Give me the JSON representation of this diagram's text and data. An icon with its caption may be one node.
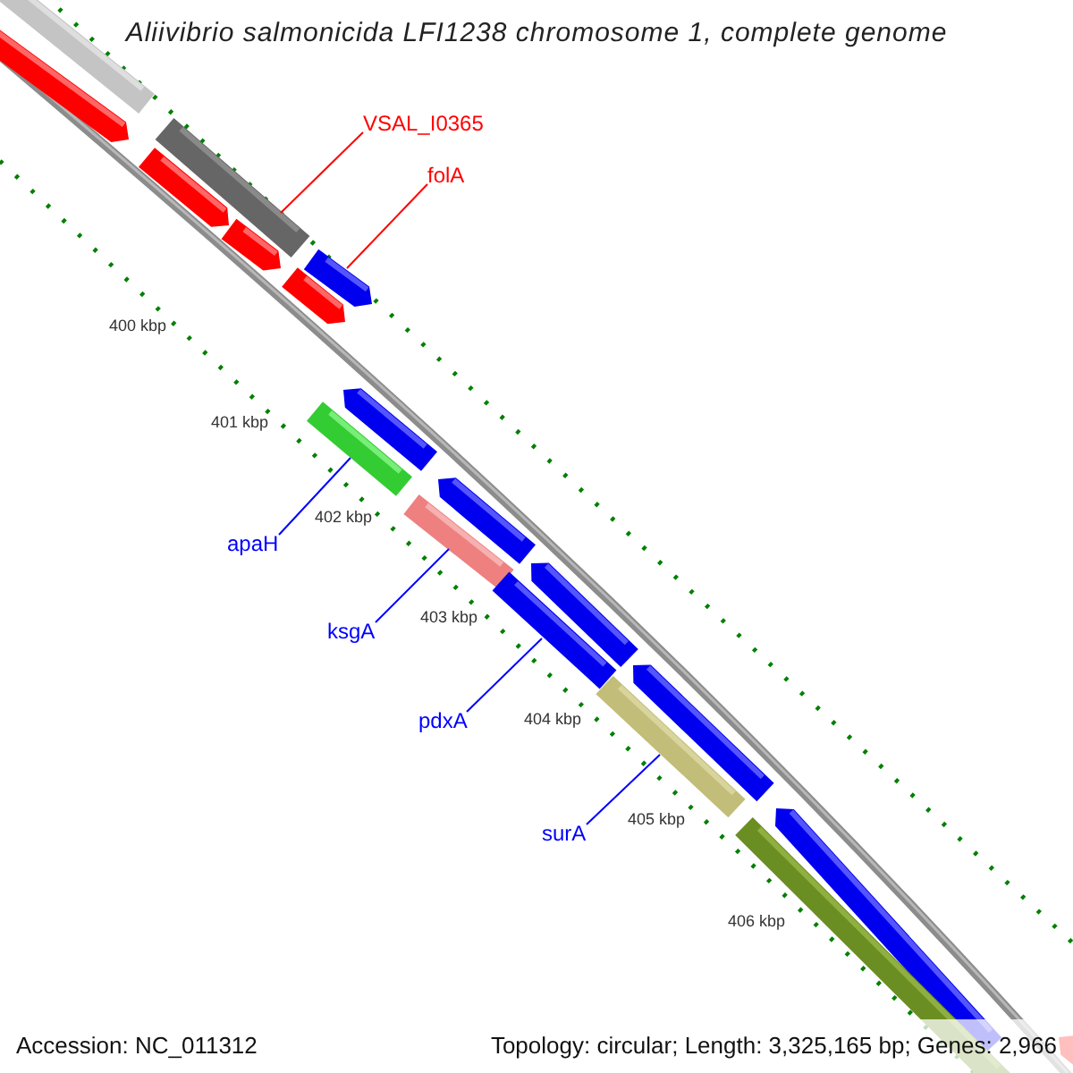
{
  "diagram": {
    "title": "Aliivibrio salmonicida LFI1238 chromosome 1, complete genome",
    "nodes": [
      {
        "text": [
          "VSAL_I0365"
        ]
      },
      {
        "text": [],
        "shape": "bar"
      },
      {
        "text": [
          "folA"
        ]
      },
      {
        "text": [],
        "shape": "bar"
      },
      {
        "text": [
          "apaH"
        ]
      },
      {
        "text": [],
        "shape": "bar"
      },
      {
        "text": [
          "ksgA"
        ]
      },
      {
        "text": [],
        "shape": "bar"
      },
      {
        "text": [
          "pdxA"
        ]
      },
      {
        "text": [],
        "shape": "bar"
      },
      {
        "text": [
          "surA"
        ]
      },
      {
        "text": [],
        "shape": "bar"
      }
    ],
    "edges": [
      {
        "from": 0,
        "to": 1,
        "arrow": "none",
        "color": "#ff0000"
      },
      {
        "from": 2,
        "to": 3,
        "arrow": "none",
        "color": "#ff0000"
      },
      {
        "from": 4,
        "to": 5,
        "arrow": "none"
      },
      {
        "from": 6,
        "to": 7,
        "arrow": "none"
      },
      {
        "from": 8,
        "to": 9,
        "arrow": "none"
      },
      {
        "from": 10,
        "to": 11,
        "arrow": "none"
      }
    ],
    "labels": [
      "400 kbp",
      "401 kbp",
      "402 kbp",
      "403 kbp",
      "404 kbp",
      "405 kbp",
      "406 kbp",
      "Accession: NC_011312",
      "Topology: circular; Length: 3,325,165 bp; Genes: 2,966"
    ]
  }
}
